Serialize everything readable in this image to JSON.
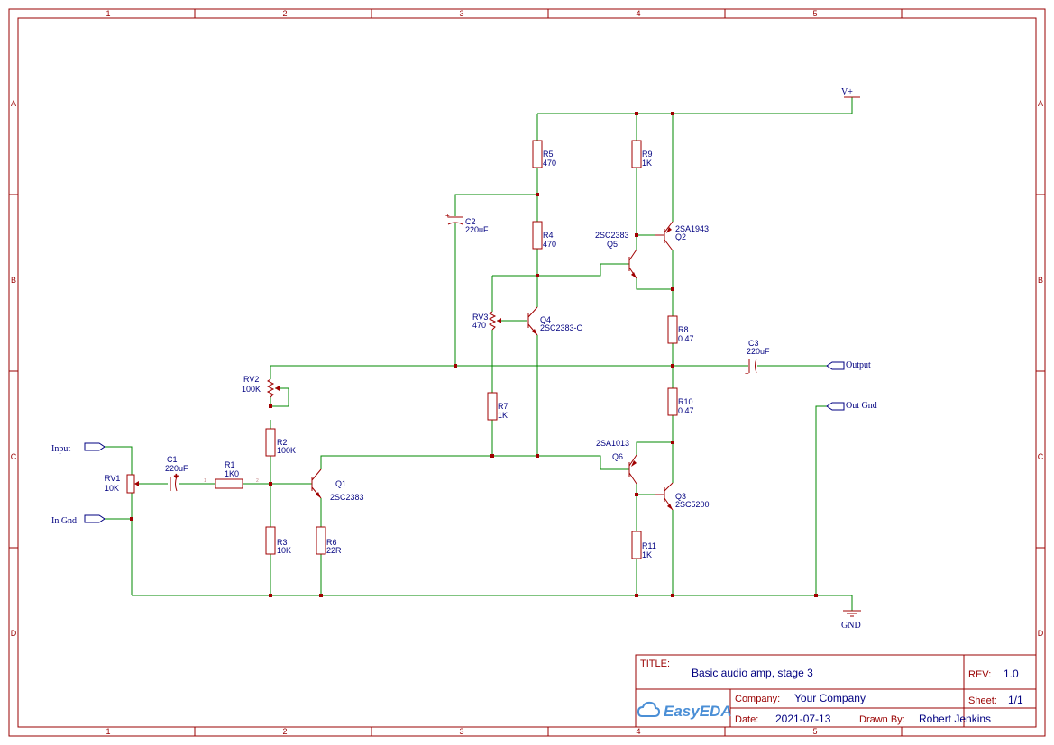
{
  "frame": {
    "columns": [
      "1",
      "2",
      "3",
      "4",
      "5"
    ],
    "rows": [
      "A",
      "B",
      "C",
      "D"
    ]
  },
  "nets": {
    "input": "Input",
    "in_gnd": "In Gnd",
    "output": "Output",
    "out_gnd": "Out Gnd",
    "vplus": "V+",
    "gnd": "GND"
  },
  "components": {
    "RV1": {
      "ref": "RV1",
      "value": "10K"
    },
    "C1": {
      "ref": "C1",
      "value": "220uF"
    },
    "R1": {
      "ref": "R1",
      "value": "1K0"
    },
    "RV2": {
      "ref": "RV2",
      "value": "100K"
    },
    "R2": {
      "ref": "R2",
      "value": "100K"
    },
    "R3": {
      "ref": "R3",
      "value": "10K"
    },
    "R6": {
      "ref": "R6",
      "value": "22R"
    },
    "Q1": {
      "ref": "Q1",
      "value": "2SC2383"
    },
    "R5": {
      "ref": "R5",
      "value": "470"
    },
    "R4": {
      "ref": "R4",
      "value": "470"
    },
    "C2": {
      "ref": "C2",
      "value": "220uF"
    },
    "RV3": {
      "ref": "RV3",
      "value": "470"
    },
    "Q4": {
      "ref": "Q4",
      "value": "2SC2383-O"
    },
    "R7": {
      "ref": "R7",
      "value": "1K"
    },
    "R9": {
      "ref": "R9",
      "value": "1K"
    },
    "Q5": {
      "ref": "Q5",
      "value": "2SC2383"
    },
    "Q2": {
      "ref": "Q2",
      "value": "2SA1943"
    },
    "R8": {
      "ref": "R8",
      "value": "0.47"
    },
    "C3": {
      "ref": "C3",
      "value": "220uF"
    },
    "R10": {
      "ref": "R10",
      "value": "0.47"
    },
    "Q6": {
      "ref": "Q6",
      "value": "2SA1013"
    },
    "Q3": {
      "ref": "Q3",
      "value": "2SC5200"
    },
    "R11": {
      "ref": "R11",
      "value": "1K"
    }
  },
  "pins": {
    "one": "1",
    "two": "2"
  },
  "title_block": {
    "title_label": "TITLE:",
    "title": "Basic audio amp, stage 3",
    "rev_label": "REV:",
    "rev": "1.0",
    "company_label": "Company:",
    "company": "Your Company",
    "sheet_label": "Sheet:",
    "sheet": "1/1",
    "date_label": "Date:",
    "date": "2021-07-13",
    "drawn_by_label": "Drawn By:",
    "drawn_by": "Robert Jenkins",
    "logo_text": "EasyEDA"
  },
  "colors": {
    "frame": "#990000",
    "wire": "#008800",
    "component": "#a00000",
    "text": "#000080",
    "logo": "#4b8fd6"
  }
}
